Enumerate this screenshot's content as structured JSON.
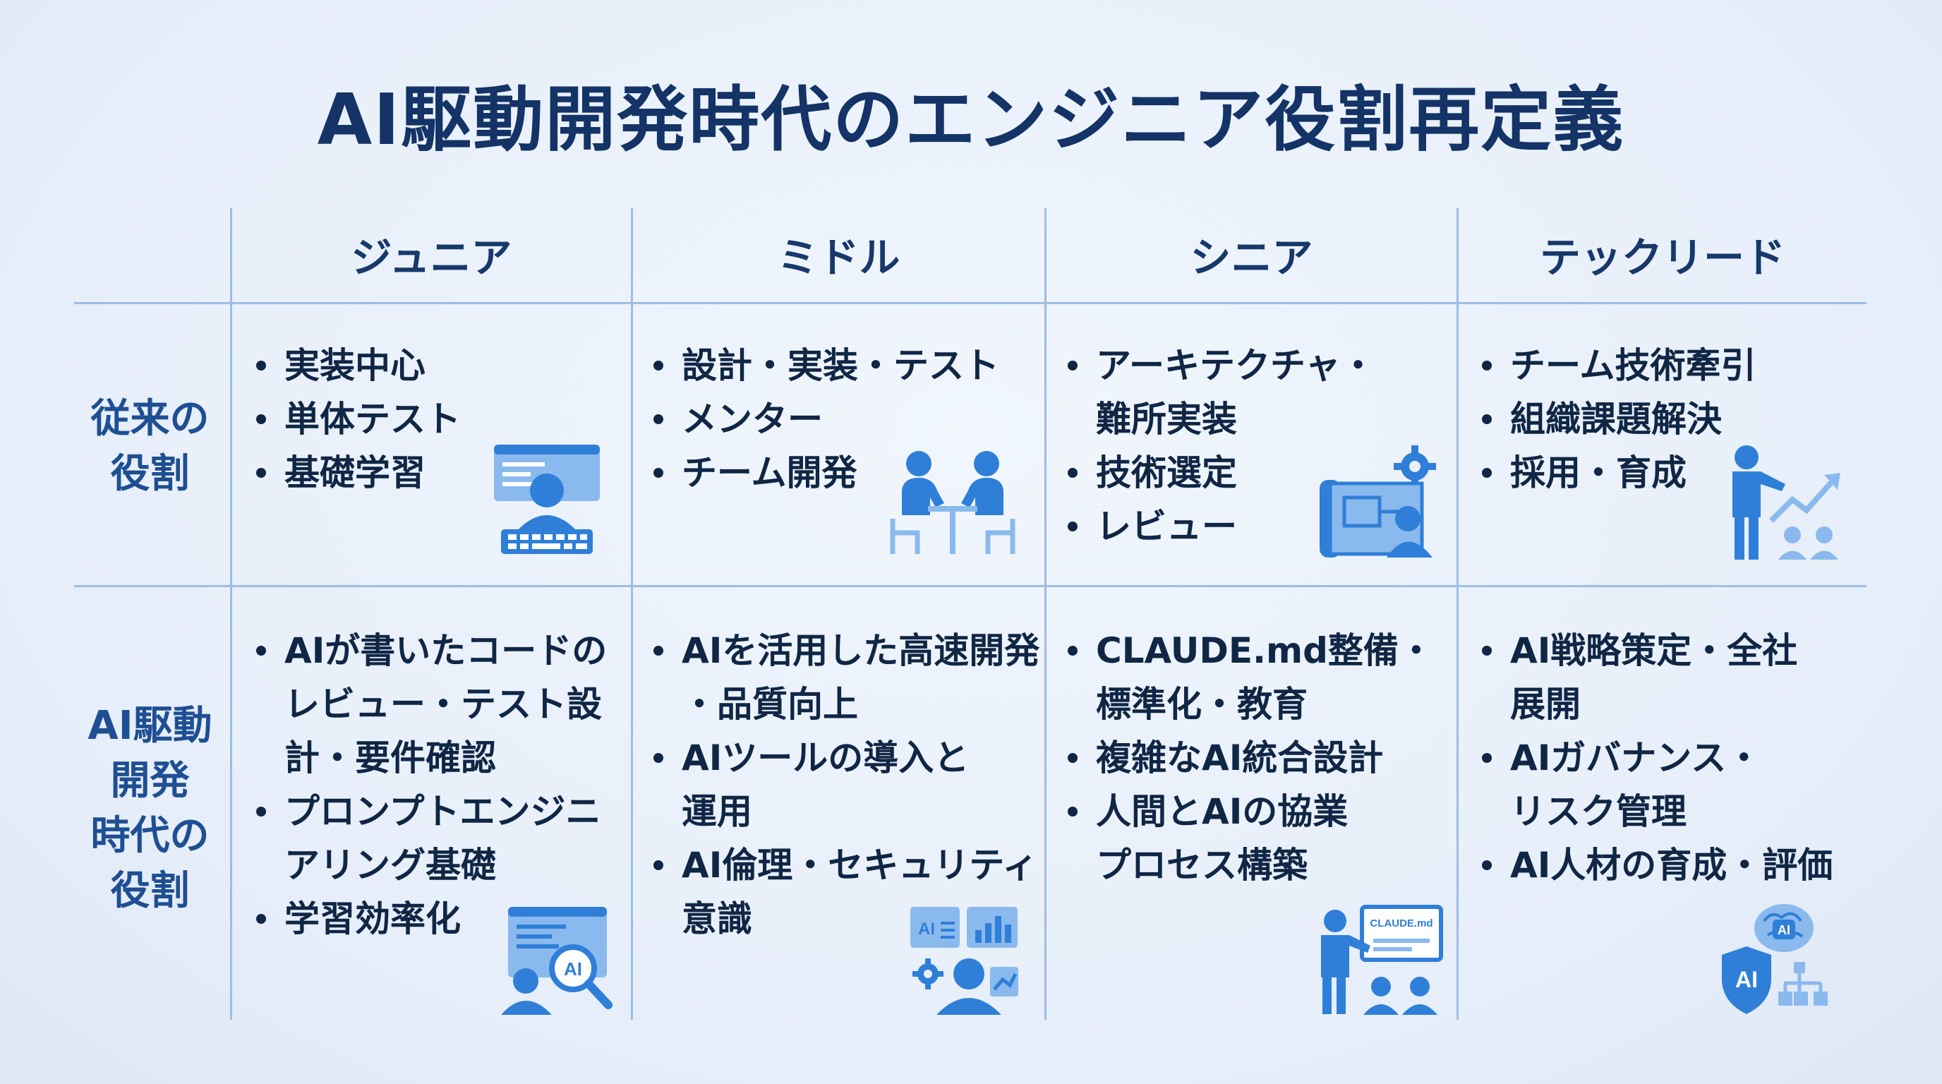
{
  "title": "AI駆動開発時代のエンジニア役割再定義",
  "columns": [
    "ジュニア",
    "ミドル",
    "シニア",
    "テックリード"
  ],
  "rows": [
    {
      "label_lines": [
        "従来の",
        "役割"
      ],
      "cells": [
        [
          "実装中心",
          "単体テスト",
          "基礎学習"
        ],
        [
          "設計・実装・テスト",
          "メンター",
          "チーム開発"
        ],
        [
          "アーキテクチャ・\n難所実装",
          "技術選定",
          "レビュー"
        ],
        [
          "チーム技術牽引",
          "組織課題解決",
          "採用・育成"
        ]
      ]
    },
    {
      "label_lines": [
        "AI駆動",
        "開発",
        "時代の",
        "役割"
      ],
      "cells": [
        [
          "AIが書いたコードの\nレビュー・テスト設\n計・要件確認",
          "プロンプトエンジニ\nアリング基礎",
          "学習効率化"
        ],
        [
          "AIを活用した高速開発\n・品質向上",
          "AIツールの導入と\n運用",
          "AI倫理・セキュリティ\n意識"
        ],
        [
          "CLAUDE.md整備・\n標準化・教育",
          "複雑なAI統合設計",
          "人間とAIの協業\nプロセス構築"
        ],
        [
          "AI戦略策定・全社\n展開",
          "AIガバナンス・\nリスク管理",
          "AI人材の育成・評価"
        ]
      ]
    }
  ],
  "icons": {
    "r0c0": "developer-at-keyboard-icon",
    "r0c1": "two-people-meeting-icon",
    "r0c2": "architecture-blueprint-icon",
    "r0c3": "leader-growth-chart-icon",
    "r1c0": "ai-code-review-icon",
    "r1c1": "ai-tools-dashboard-icon",
    "r1c2": "presenter-claude-md-icon",
    "r1c3": "ai-governance-shield-icon"
  },
  "icon_texts": {
    "claude_board": "CLAUDE.md",
    "ai_badge": "AI"
  },
  "colors": {
    "accent": "#2f7fd8",
    "accent_light": "#8ab9ee",
    "grid_line": "#9dbde3",
    "title": "#143366",
    "row_label": "#1f4f93"
  }
}
